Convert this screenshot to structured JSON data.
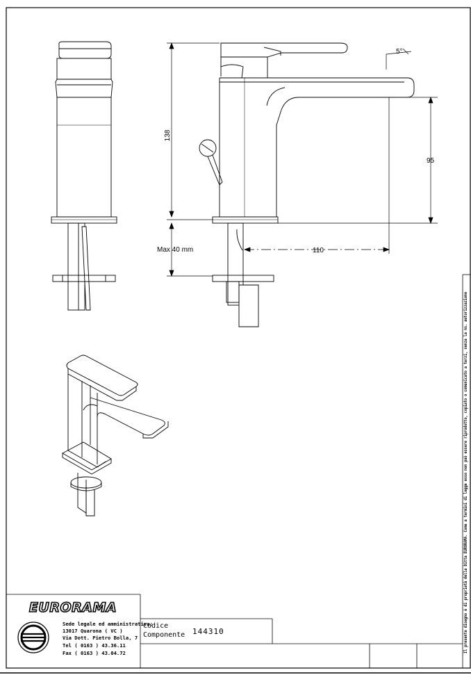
{
  "dimensions": {
    "height_total": "138",
    "spout_height": "95",
    "spout_reach": "110",
    "max_thickness": "Max 40 mm",
    "angle": "5°"
  },
  "title_block": {
    "logo_text": "EURORAMA",
    "address_lines": [
      "Sede legale ed amministrativa:",
      "13017 Quarona ( VC )",
      "Via Dott. Pietro Bolla, 7",
      "Tel  ( 0163 ) 43.36.11",
      "Fax  ( 0163 ) 43.04.72"
    ],
    "codice_label": "Codice",
    "componente_label": "Componente",
    "code_value": "144310"
  },
  "side_note": "Il presente disegno è di proprietà della Ditta EURORAMA. Come a termini di legge esso non può essere riprodotto, copiato o comunicato a terzi, senza la ns. autorizzazione"
}
